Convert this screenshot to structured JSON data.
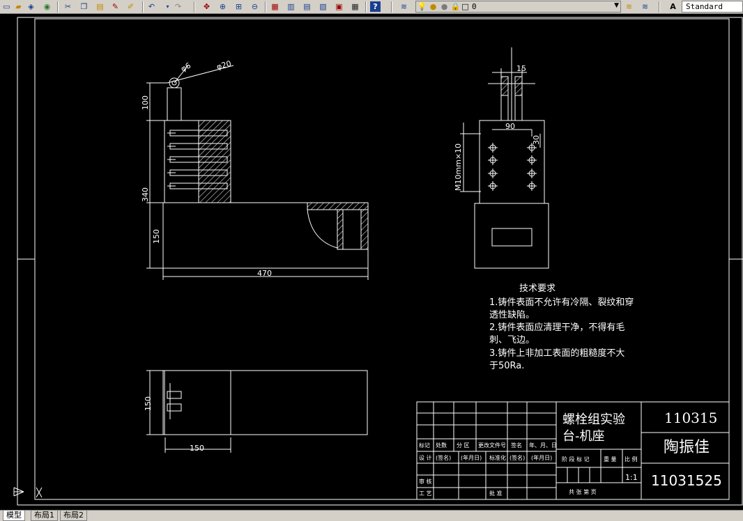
{
  "toolbar": {
    "layer_value": "0",
    "text_style": "Standard",
    "icons": [
      "new-icon",
      "open-icon",
      "save-icon",
      "plot-icon",
      "cut-icon",
      "copy-icon",
      "paste-icon",
      "match-prop-icon",
      "undo-icon",
      "redo-icon",
      "pan-icon",
      "zoom-realtime-icon",
      "zoom-window-icon",
      "zoom-previous-icon",
      "properties-icon",
      "design-center-icon",
      "tool-palettes-icon",
      "sheet-set-icon",
      "markup-icon",
      "calculator-icon",
      "help-icon",
      "layer-manager-icon",
      "light-icon",
      "sun-icon",
      "freeze-icon",
      "lock-icon",
      "color-icon"
    ]
  },
  "tabs": [
    "模型",
    "布局1",
    "布局2"
  ],
  "dimensions": {
    "phi6": "φ6",
    "phi20": "φ20",
    "d100": "100",
    "d340": "340",
    "d150_side": "150",
    "d470": "470",
    "d15": "15",
    "d90": "90",
    "d30": "30",
    "bolt_spec": "M10mm×10",
    "d150_plan_v": "150",
    "d150_plan_h": "150"
  },
  "tech_notes": {
    "title": "技术要求",
    "lines": [
      "1.铸件表面不允许有冷隔、裂纹和穿",
      "透性缺陷。",
      "2.铸件表面应清理干净，不得有毛",
      "刺、飞边。",
      "3.铸件上非加工表面的粗糙度不大",
      "于50Ra."
    ]
  },
  "title_block": {
    "name_line1": "螺栓组实验",
    "name_line2": "台-机座",
    "code_top": "110315",
    "person": "陶振佳",
    "code_bottom": "11031525",
    "scale": "1:1",
    "headers": [
      "标记",
      "处数",
      "分 区",
      "更改文件号",
      "签名",
      "年、月、日"
    ],
    "row_design": [
      "设 计",
      "(签名)",
      "(年月日)",
      "标准化",
      "(签名)",
      "(年月日)"
    ],
    "stage_labels": [
      "阶 段 标 记",
      "重 量",
      "比 例"
    ],
    "review": "审 核",
    "process": "工 艺",
    "approve": "批 准",
    "sheets": "共 张 第 页"
  }
}
